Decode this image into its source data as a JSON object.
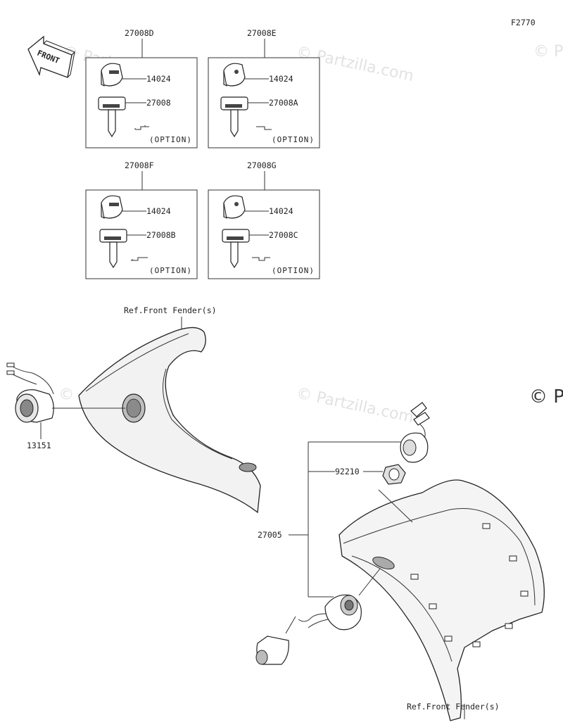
{
  "figure_code": "F2770",
  "front_label": "FRONT",
  "watermark": "© Partzilla.com",
  "watermark_edge": "© P",
  "key_sets": [
    {
      "set_no": "27008D",
      "cap_no": "14024",
      "key_no": "27008",
      "option": "(OPTION)"
    },
    {
      "set_no": "27008E",
      "cap_no": "14024",
      "key_no": "27008A",
      "option": "(OPTION)"
    },
    {
      "set_no": "27008F",
      "cap_no": "14024",
      "key_no": "27008B",
      "option": "(OPTION)"
    },
    {
      "set_no": "27008G",
      "cap_no": "14024",
      "key_no": "27008C",
      "option": "(OPTION)"
    }
  ],
  "ref_upper": "Ref.Front Fender(s)",
  "ref_lower": "Ref.Front Fender(s)",
  "part_13151": "13151",
  "part_92210": "92210",
  "part_27005": "27005"
}
